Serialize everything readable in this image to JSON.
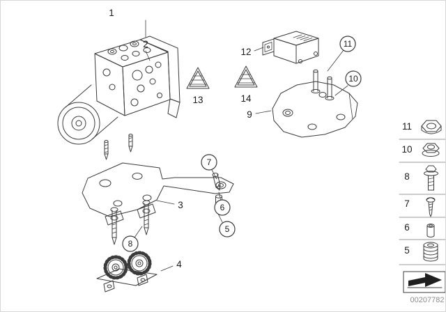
{
  "colors": {
    "ink": "#3a3a3a",
    "muted": "#8d8d8d",
    "background": "#ffffff"
  },
  "figure": {
    "part_number": "00207782"
  },
  "callouts": {
    "n1": "1",
    "n2": "2",
    "n3": "3",
    "n4": "4",
    "n5": "5",
    "n6": "6",
    "n7": "7",
    "n8": "8",
    "n9": "9",
    "n10": "10",
    "n11": "11",
    "n12": "12",
    "n13": "13",
    "n14": "14"
  },
  "legend": {
    "rows": [
      {
        "label": "11",
        "icon": "hex-nut-icon"
      },
      {
        "label": "10",
        "icon": "flange-nut-icon"
      },
      {
        "label": "8",
        "icon": "hex-bolt-icon"
      },
      {
        "label": "7",
        "icon": "tapping-screw-icon"
      },
      {
        "label": "6",
        "icon": "spacer-sleeve-icon"
      },
      {
        "label": "5",
        "icon": "rubber-grommet-icon"
      }
    ]
  },
  "icons": {
    "warning_triangles": [
      "warning-triangle-icon",
      "warning-triangle-icon"
    ],
    "direction_arrow": "direction-arrow-icon"
  }
}
